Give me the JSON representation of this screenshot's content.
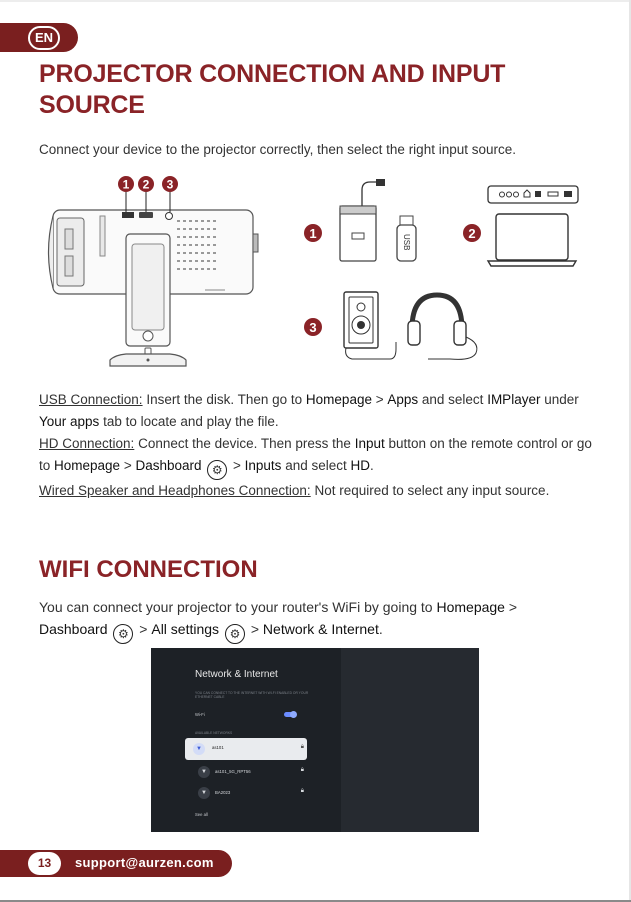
{
  "header": {
    "lang_badge": "EN"
  },
  "section1": {
    "title": "PROJECTOR CONNECTION AND INPUT SOURCE",
    "intro": "Connect your device to the projector correctly, then select the right input source.",
    "port_numbers": [
      "1",
      "2",
      "3"
    ],
    "usb_drive_label": "USB",
    "usb": {
      "label": "USB Connection:",
      "t1": " Insert the disk. Then go to ",
      "k1": "Homepage",
      "t2": " > ",
      "k2": "Apps",
      "t3": " and select ",
      "k3": "IMPlayer",
      "t4": " under ",
      "k4": "Your apps",
      "t5": " tab to locate and play the file."
    },
    "hd": {
      "label": "HD Connection:",
      "t1": " Connect the device. Then press the ",
      "k1": "Input",
      "t2": " button on the remote control or go to ",
      "k2": "Homepage",
      "t3": " > ",
      "k3": "Dashboard",
      "t4": " > ",
      "k4": "Inputs",
      "t5": " and select ",
      "k5": "HD",
      "t6": "."
    },
    "wired": {
      "label": "Wired Speaker and Headphones Connection:",
      "t1": " Not required to select any input source."
    }
  },
  "section2": {
    "title": "WIFI CONNECTION",
    "t1": "You can connect your projector to your router's WiFi by going to ",
    "k1": "Homepage",
    "t2": " > ",
    "k2": "Dashboard",
    "t3": " > ",
    "k3": "All settings",
    "t4": " > ",
    "k4": "Network & Internet",
    "t5": "."
  },
  "tv_screen": {
    "title": "Network & Internet",
    "subtitle": "YOU CAN CONNECT TO THE INTERNET WITH WI-FI ENABLED OR YOUR ETHERNET CABLE",
    "wifi_label": "Wi-Fi",
    "available_label": "AVAILABLE NETWORKS",
    "networks": [
      {
        "name": "as101"
      },
      {
        "name": "as101_5G_RPT56"
      },
      {
        "name": "BA2023"
      }
    ],
    "see_all": "See all"
  },
  "footer": {
    "page_number": "13",
    "email": "support@aurzen.com"
  },
  "colors": {
    "brand": "#7a1f1f",
    "heading": "#8a2327"
  },
  "icons": [
    "gear-icon",
    "wifi-icon",
    "lock-icon",
    "toggle-icon"
  ]
}
